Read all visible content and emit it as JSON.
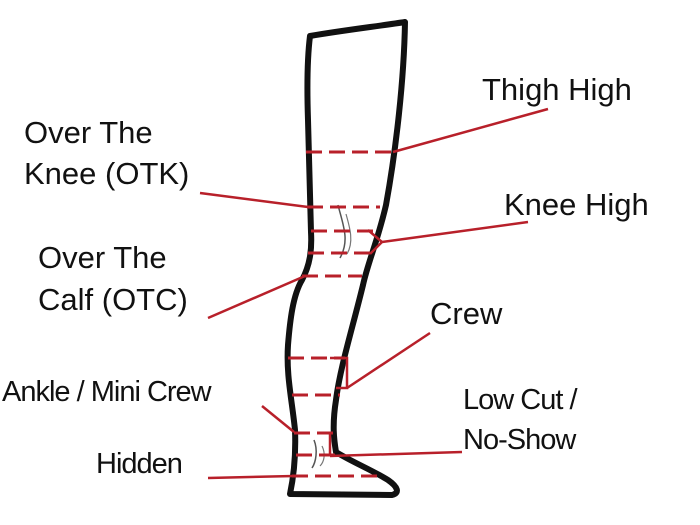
{
  "labels": {
    "thigh_high": "Thigh  High",
    "otk_line1": "Over The",
    "otk_line2": "Knee (OTK)",
    "knee_high": "Knee High",
    "otc_line1": "Over The",
    "otc_line2": "Calf (OTC)",
    "crew": "Crew",
    "ankle_mini_crew": "Ankle / Mini Crew",
    "low_cut_line1": "Low Cut /",
    "low_cut_line2": "No-Show",
    "hidden": "Hidden"
  },
  "colors": {
    "outline": "#111111",
    "marker": "#b8202a",
    "text": "#111111",
    "background": "#ffffff"
  }
}
